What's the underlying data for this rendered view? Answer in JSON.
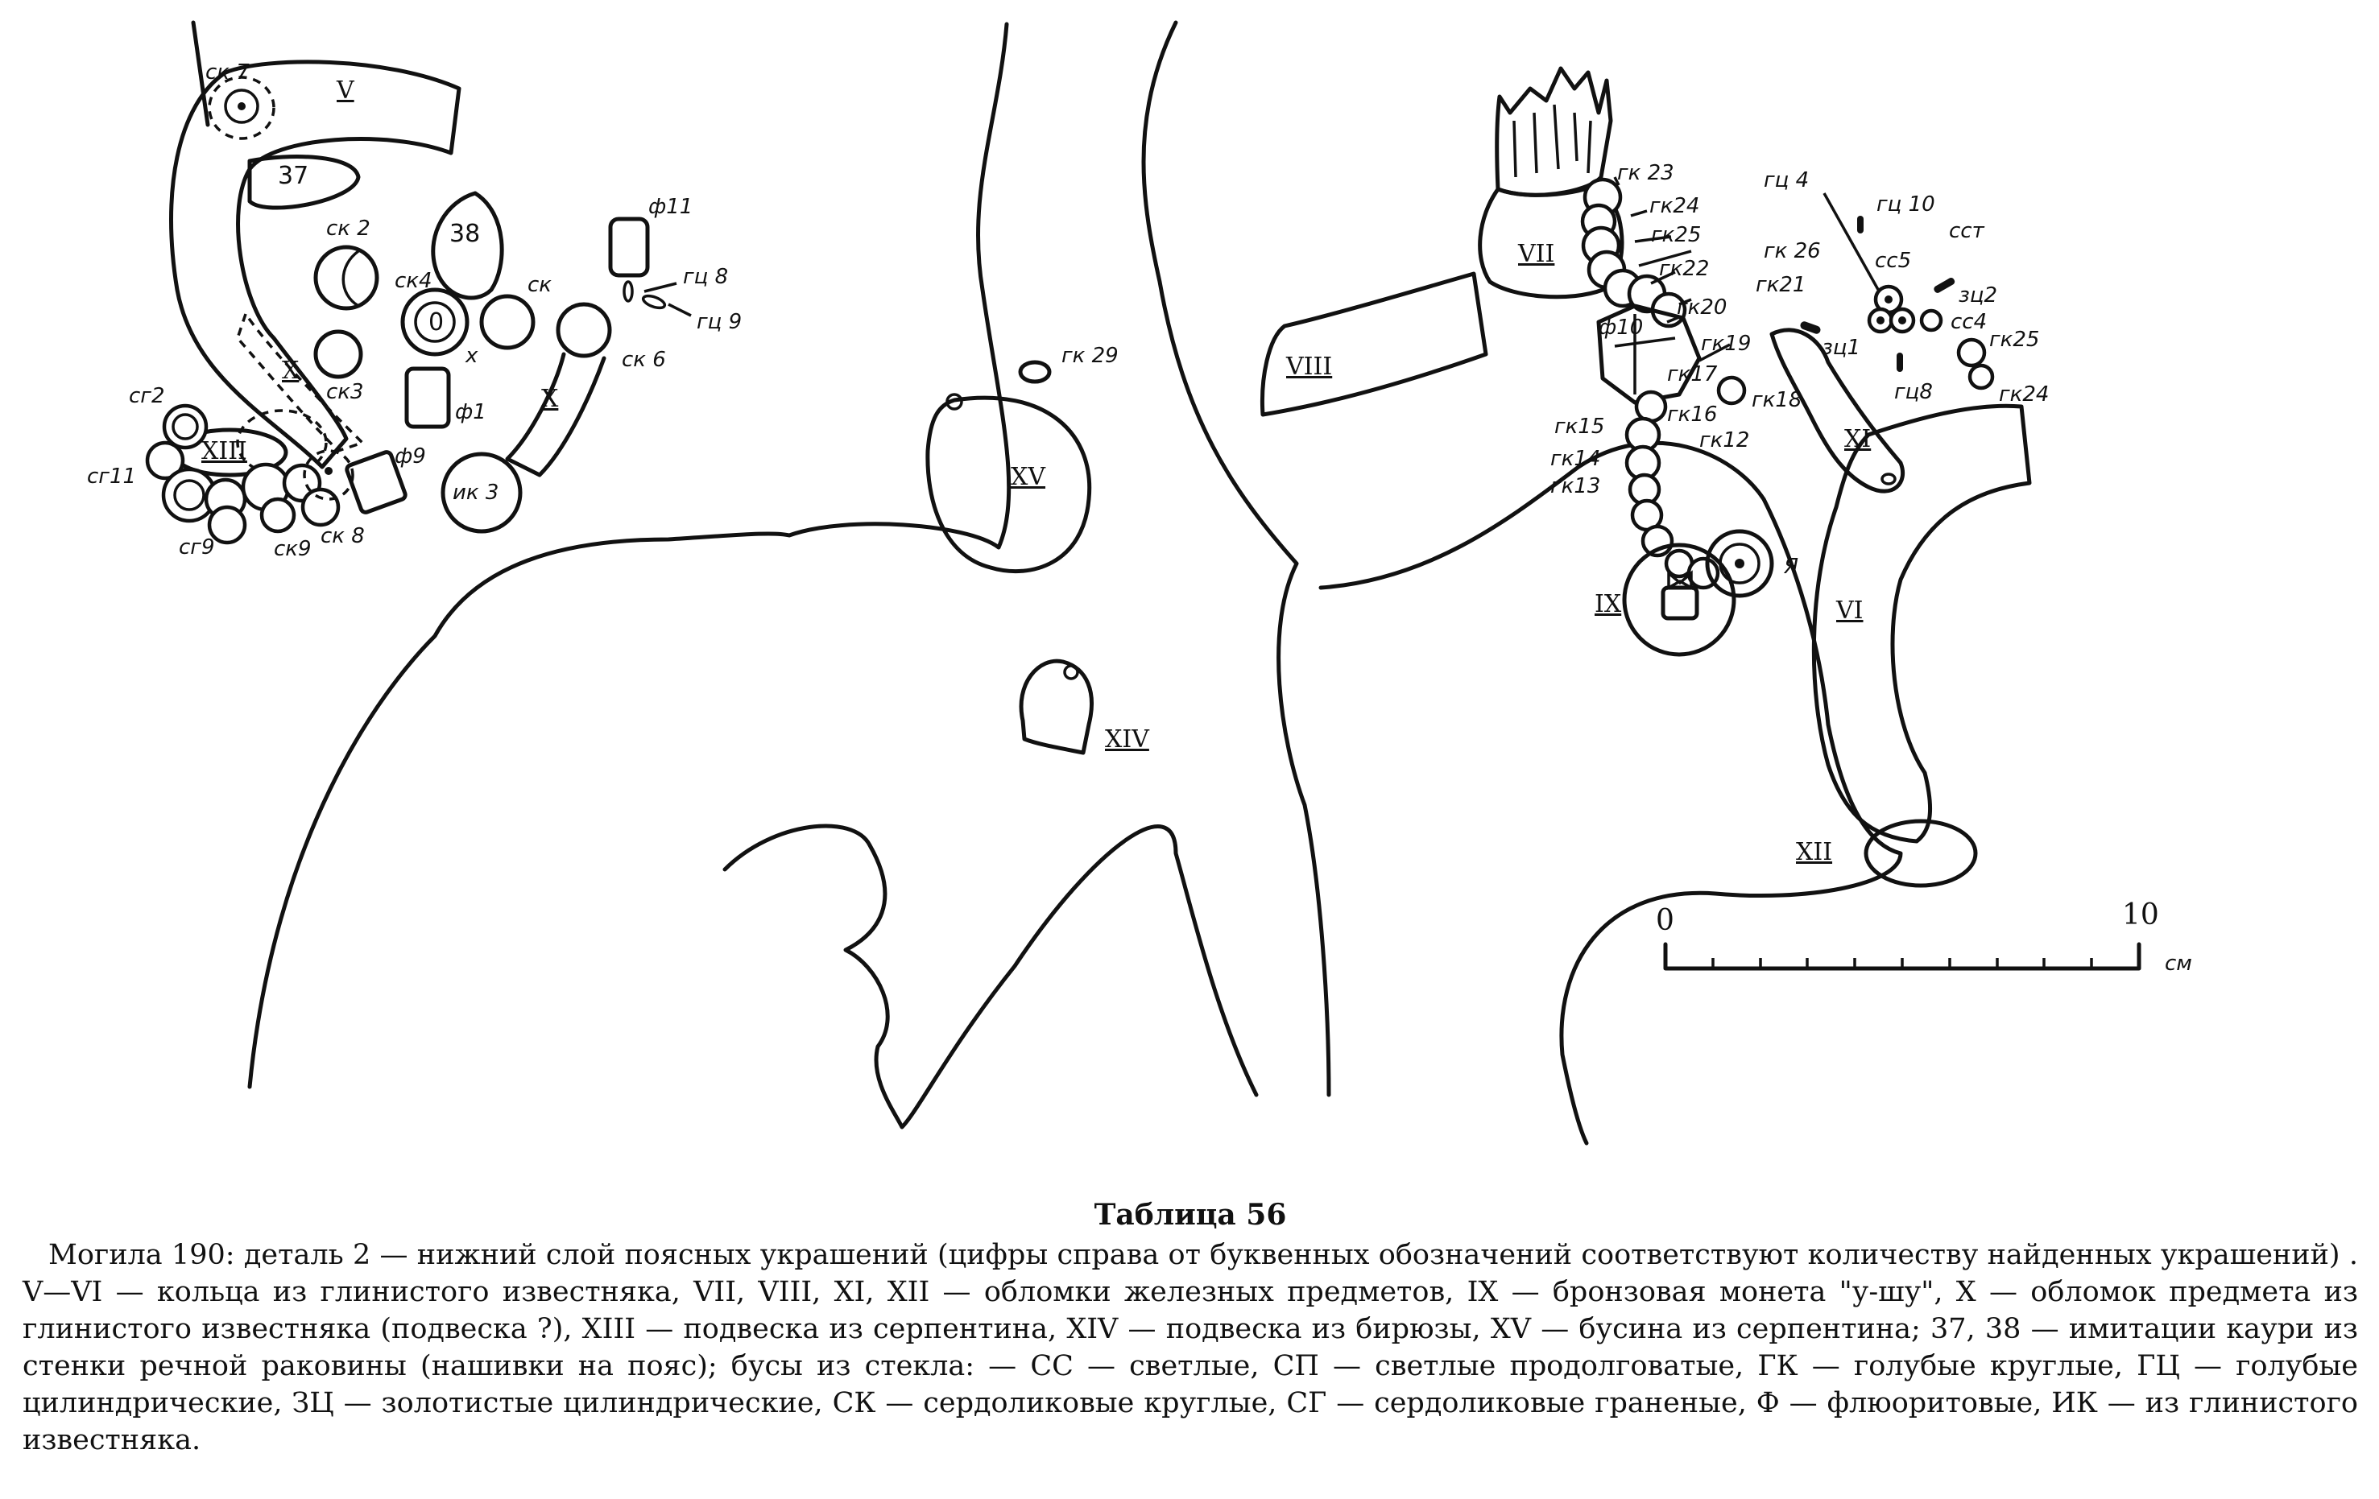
{
  "plan": {
    "labels": {
      "ck7": "ск 7",
      "ring_v": "V",
      "n37": "37",
      "n38": "38",
      "ck2": "ск 2",
      "ck4": "ск4",
      "ck": "ск",
      "x_mark": "x",
      "ck3": "ск3",
      "f1": "ф1",
      "f11": "ф11",
      "gc8_left": "гц 8",
      "gc9": "гц 9",
      "ck6": "ск 6",
      "obj_x": "X",
      "ik3": "ик 3",
      "f9": "ф9",
      "ck8": "ск 8",
      "ck9": "ск9",
      "cg9": "сг9",
      "cg11": "сг11",
      "cg2": "сг2",
      "obj_xiii": "XIII",
      "gk29": "гк 29",
      "obj_xv": "XV",
      "obj_xiv": "XIV",
      "obj_vii": "VII",
      "obj_viii": "VIII",
      "gk23": "гк 23",
      "gk24": "гк24",
      "gk25": "гк25",
      "gk26": "гк 26",
      "gk22": "гк22",
      "gk21": "гк21",
      "gk20": "гк20",
      "f10": "ф10",
      "gk19": "гк19",
      "gk17": "гк17",
      "gk18": "гк18",
      "gk16": "гк16",
      "gk15": "гк15",
      "gk14": "гк14",
      "gk13": "гк13",
      "gk12": "гк12",
      "ya": "Я",
      "obj_ix": "IX",
      "gc4": "гц 4",
      "gc10": "гц 10",
      "cc5": "сс5",
      "cct": "сст",
      "zc2": "зц2",
      "cc4": "сс4",
      "zc1": "зц1",
      "gk25r": "гк25",
      "gc8_right": "гц8",
      "gk24r": "гк24",
      "obj_xi": "XI",
      "obj_vi": "VI",
      "obj_xii": "XII"
    },
    "scale": {
      "start": "0",
      "end": "10",
      "unit": "см"
    }
  },
  "caption": {
    "title": "Таблица 56",
    "text": "Могила 190: деталь 2 — нижний слой поясных украшений (цифры справа от буквенных обозначений соответствуют количеству найденных украшений) . V—VI — кольца из глинистого известняка, VII, VIII, XI, XII — обломки железных предметов, IX — бронзовая монета \"у-шу\", X — обломок предмета из глинистого известняка (подвеска ?), XIII — подвеска из серпентина, XIV — подвеска из бирюзы, XV — бусина из серпентина; 37, 38 — имитации каури из стенки речной раковины (нашивки на пояс); бусы из стекла: — СС — светлые, СП — светлые продолговатые, ГК — голубые круглые, ГЦ — голубые цилиндрические, ЗЦ — золотистые цилиндрические, СК — сердоликовые круглые, СГ — сердоликовые граненые, Ф — флюоритовые, ИК — из глинистого известняка."
  }
}
